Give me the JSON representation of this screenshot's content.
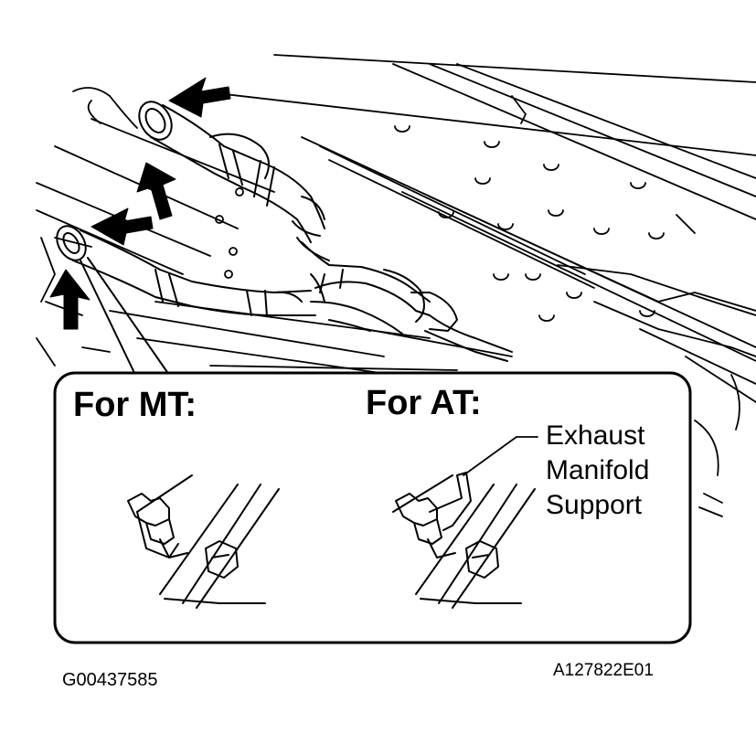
{
  "labels": {
    "for_mt": "For MT:",
    "for_at": "For AT:",
    "support_line1": "Exhaust",
    "support_line2": "Manifold",
    "support_line3": "Support"
  },
  "codes": {
    "left": "G00437585",
    "right": "A127822E01"
  },
  "colors": {
    "ink": "#000000",
    "paper": "#ffffff"
  }
}
